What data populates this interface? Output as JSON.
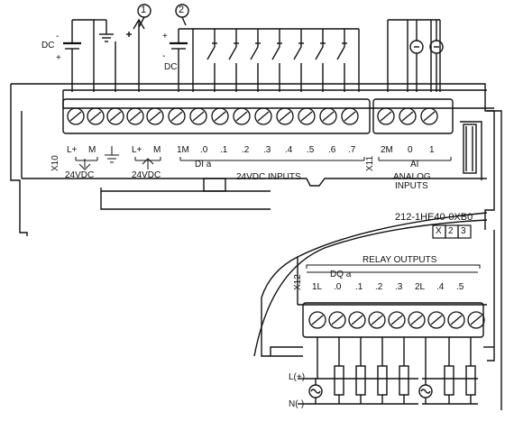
{
  "top": {
    "callout_1": "1",
    "callout_2": "2",
    "dc_left": "DC",
    "dc_mid": "DC",
    "minus": "-",
    "plus": "+",
    "plus_mid": "+",
    "minus_mid": "-"
  },
  "power_terminals": {
    "x10": "X10",
    "lplus_1": "L+",
    "m_1": "M",
    "lplus_2": "L+",
    "m_2": "M",
    "v24_1": "24VDC",
    "v24_2": "24VDC"
  },
  "inputs": {
    "x11": "X11",
    "labels": [
      "1M",
      ".0",
      ".1",
      ".2",
      ".3",
      ".4",
      ".5",
      ".6",
      ".7"
    ],
    "group": "DI a",
    "title": "24VDC INPUTS"
  },
  "analog": {
    "labels": [
      "2M",
      "0",
      "1"
    ],
    "ai": "AI",
    "title_1": "ANALOG",
    "title_2": "INPUTS"
  },
  "module": {
    "part": "212-1HE40-0XB0",
    "ver_1": "X",
    "ver_2": "2",
    "ver_3": "3"
  },
  "relay": {
    "x12": "X12",
    "title": "RELAY OUTPUTS",
    "group": "DQ a",
    "labels": [
      "1L",
      ".0",
      ".1",
      ".2",
      ".3",
      "2L",
      ".4",
      ".5"
    ],
    "l_plus": "L(+)",
    "n_minus": "N(-)"
  }
}
